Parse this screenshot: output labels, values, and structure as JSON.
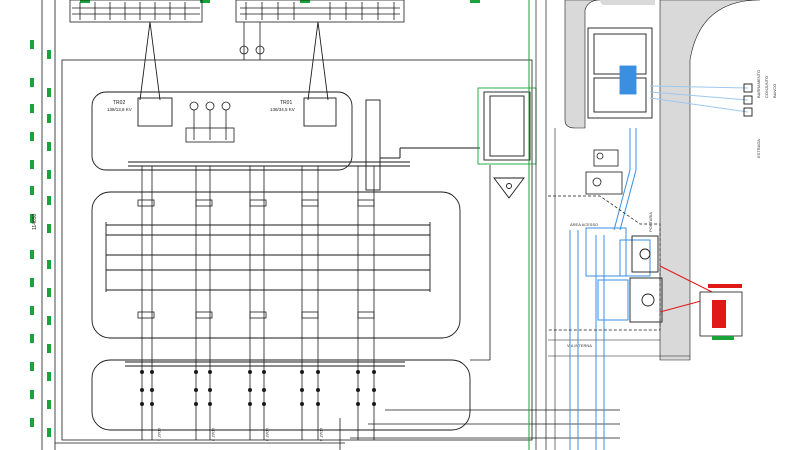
{
  "colors": {
    "line": "#1a1a1a",
    "green": "#1aa33a",
    "blue": "#3a8fe0",
    "red": "#e01818",
    "road": "#d9d9d9"
  },
  "transformers": [
    {
      "name": "TR02",
      "rating": "138/13,8 KV"
    },
    {
      "name": "TR01",
      "rating": "138/34,5 KV"
    }
  ],
  "side_dimension": "114650",
  "feeder_labels": [
    "LDAT 1",
    "LDAT 2",
    "LDAT 3",
    "LDAT 4"
  ],
  "road_labels": {
    "main_road": "ESTRADA",
    "lower_road": "VIA INTERNA",
    "access": "ÁREA ACESSO",
    "gate": "PORTARIA"
  },
  "right_labels": [
    "BARRAMENTO",
    "CONJUNTO",
    "BANCO"
  ]
}
